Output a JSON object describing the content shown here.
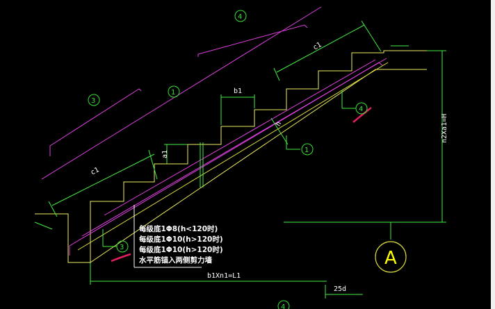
{
  "drawing": {
    "background": "#000000",
    "colors": {
      "outline": "#f0f060",
      "dimension": "#40f040",
      "rebar_main": "#e040e0",
      "rebar_dist": "#e0e040",
      "accent_red": "#e02060",
      "text": "#ffffff",
      "grid_bubble": "#e0e040"
    },
    "dimensions": {
      "step_width": "b1",
      "step_height": "a1",
      "slope_length_top": "c1",
      "slope_length_bottom": "c1",
      "slab_thickness": "h",
      "total_height": "n2Xa1=H",
      "total_length": "b1Xn1=L1",
      "anchor": "25d"
    },
    "bubbles": {
      "rebar_1_upper": "1",
      "rebar_1_lower": "1",
      "rebar_3_upper": "3",
      "rebar_3_lower": "3",
      "rebar_4_upper": "4",
      "rebar_4_lower": "4",
      "rebar_4_bottom": "4"
    },
    "notes": [
      "每级底1Φ8(h<120时)",
      "每级底1Φ10(h>120时)",
      "每级底1Φ10(h>120时)",
      "水平筋锚入两侧剪力墙"
    ],
    "grid_axis": "A"
  }
}
